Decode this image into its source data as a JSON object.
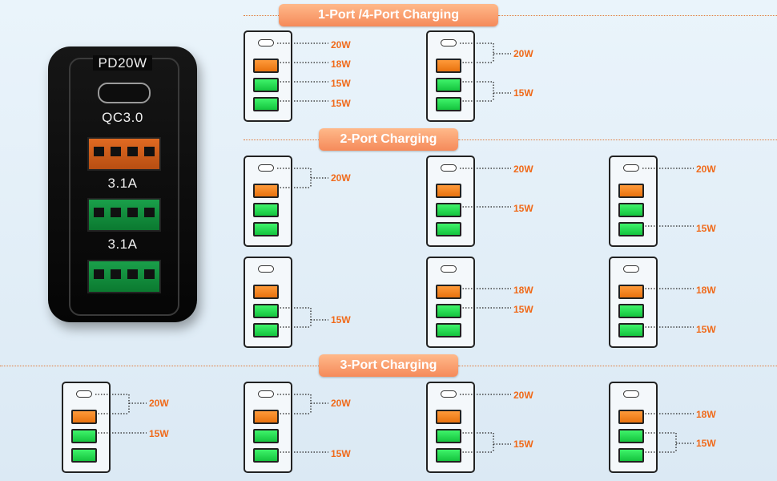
{
  "sections": {
    "one_four": "1-Port /4-Port Charging",
    "two": "2-Port Charging",
    "three": "3-Port Charging"
  },
  "charger": {
    "pd_label": "PD20W",
    "qc_label": "QC3.0",
    "amp_label_1": "3.1A",
    "amp_label_2": "3.1A"
  },
  "diagrams": [
    {
      "group": "one_four",
      "labels": [
        "20W",
        "18W",
        "15W",
        "15W"
      ]
    },
    {
      "group": "one_four",
      "labels": [
        "20W",
        "15W"
      ]
    },
    {
      "group": "two",
      "labels": [
        "20W"
      ]
    },
    {
      "group": "two",
      "labels": [
        "20W",
        "15W"
      ]
    },
    {
      "group": "two",
      "labels": [
        "20W",
        "15W"
      ]
    },
    {
      "group": "two",
      "labels": [
        "15W"
      ]
    },
    {
      "group": "two",
      "labels": [
        "18W",
        "15W"
      ]
    },
    {
      "group": "two",
      "labels": [
        "18W",
        "15W"
      ]
    },
    {
      "group": "three",
      "labels": [
        "20W",
        "15W"
      ]
    },
    {
      "group": "three",
      "labels": [
        "20W",
        "15W"
      ]
    },
    {
      "group": "three",
      "labels": [
        "20W",
        "15W"
      ]
    },
    {
      "group": "three",
      "labels": [
        "18W",
        "15W"
      ]
    }
  ],
  "colors": {
    "label": "#f06a1a",
    "orange_port": "#e8720e",
    "green_port": "#14c43e",
    "pill": "#f58a5a"
  }
}
